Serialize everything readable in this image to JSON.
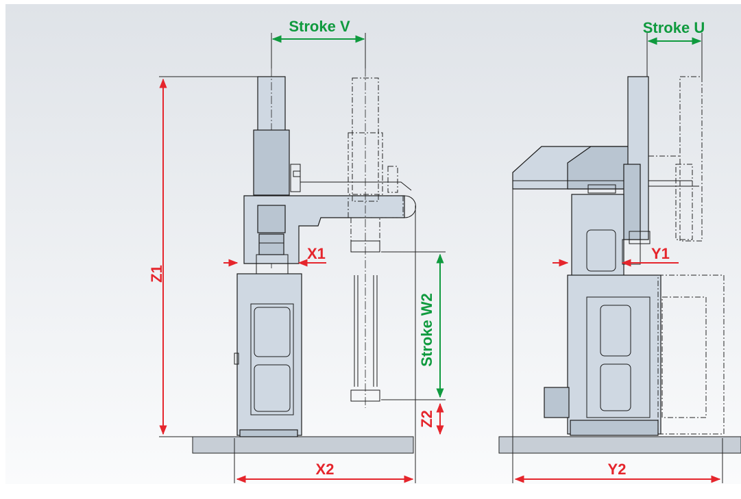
{
  "colors": {
    "background_top": "#e2e6ea",
    "background_bottom": "#ffffff",
    "dimension_red": "#e5252c",
    "dimension_green": "#0f9a3e",
    "machine_fill": "#cfd8e2",
    "base_plate": "#c7ced6"
  },
  "front_view": {
    "labels": {
      "stroke_v": "Stroke V",
      "x1": "X1",
      "z1": "Z1",
      "stroke_w2": "Stroke W2",
      "z2": "Z2",
      "x2": "X2"
    }
  },
  "side_view": {
    "labels": {
      "stroke_u": "Stroke U",
      "y1": "Y1",
      "y2": "Y2"
    }
  }
}
